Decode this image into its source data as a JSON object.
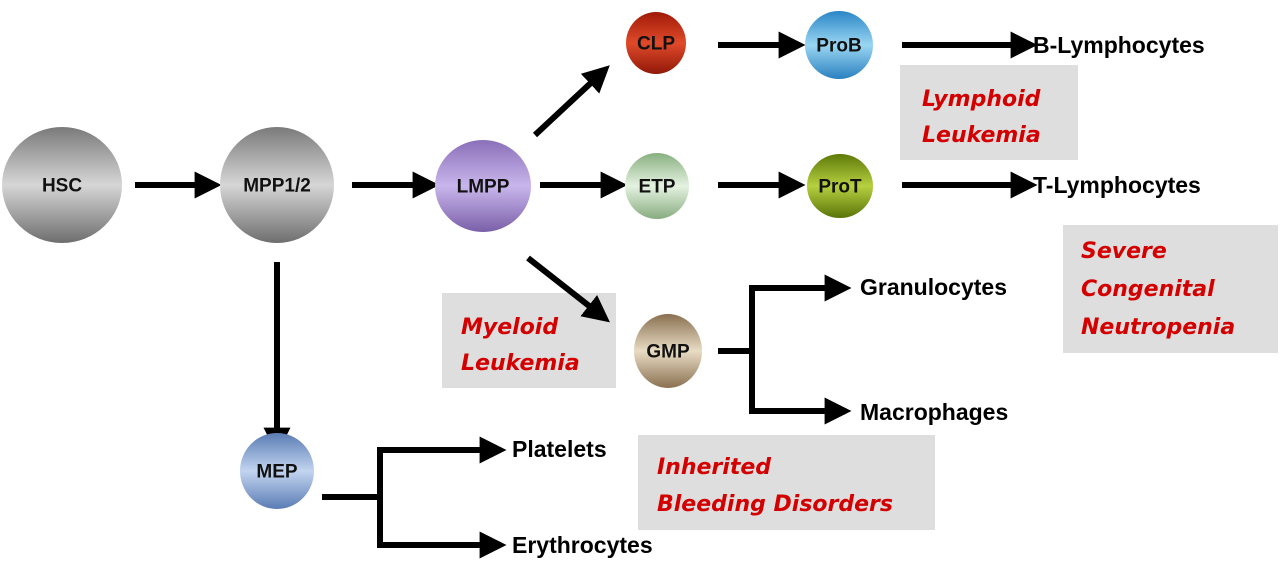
{
  "nodes": {
    "hsc": {
      "label": "HSC",
      "color": "#9a9a9a"
    },
    "mpp": {
      "label": "MPP1/2",
      "color": "#9a9a9a"
    },
    "lmpp": {
      "label": "LMPP",
      "color": "#9a7fc8"
    },
    "clp": {
      "label": "CLP",
      "color": "#c02a10"
    },
    "prob": {
      "label": "ProB",
      "color": "#4aa6d6"
    },
    "etp": {
      "label": "ETP",
      "color": "#a8c9a0"
    },
    "prot": {
      "label": "ProT",
      "color": "#7e9a18"
    },
    "gmp": {
      "label": "GMP",
      "color": "#b09a78"
    },
    "mep": {
      "label": "MEP",
      "color": "#7a9ccc"
    }
  },
  "outcomes": {
    "b_lymphocytes": "B-Lymphocytes",
    "t_lymphocytes": "T-Lymphocytes",
    "granulocytes": "Granulocytes",
    "macrophages": "Macrophages",
    "platelets": "Platelets",
    "erythrocytes": "Erythrocytes"
  },
  "diseases": {
    "lymphoid": [
      "Lymphoid",
      "Leukemia"
    ],
    "neutropenia": [
      "Severe",
      "Congenital",
      "Neutropenia"
    ],
    "myeloid": [
      "Myeloid",
      "Leukemia"
    ],
    "bleeding": [
      "Inherited",
      "Bleeding Disorders"
    ]
  },
  "disease_text_color": "#d40000"
}
